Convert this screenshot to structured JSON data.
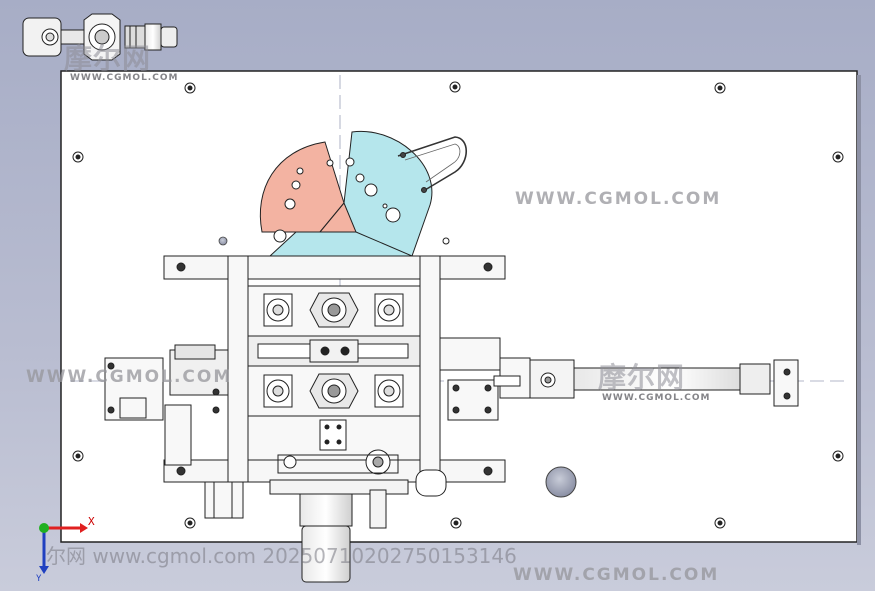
{
  "watermark": {
    "url_upper": "WWW.CGMOL.COM",
    "url_lower": "WWW.CGMOL.COM",
    "url_left": "WWW.CGMOL.COM",
    "url_small_top": "WWW.CGMOL.COM",
    "url_small_mid": "WWW.CGMOL.COM",
    "logo_top": "摩尔网",
    "logo_mid": "摩尔网",
    "stamp": "尔网 www.cgmol.com 20250710202750153146"
  },
  "triad": {
    "x_label": "X",
    "y_label": "Y"
  },
  "colors": {
    "background": "#b2b7cc",
    "plate": "#ffffff",
    "part_red": "#f4b7a8",
    "part_cyan": "#b7e8ee",
    "outline": "#1a1a1a"
  }
}
